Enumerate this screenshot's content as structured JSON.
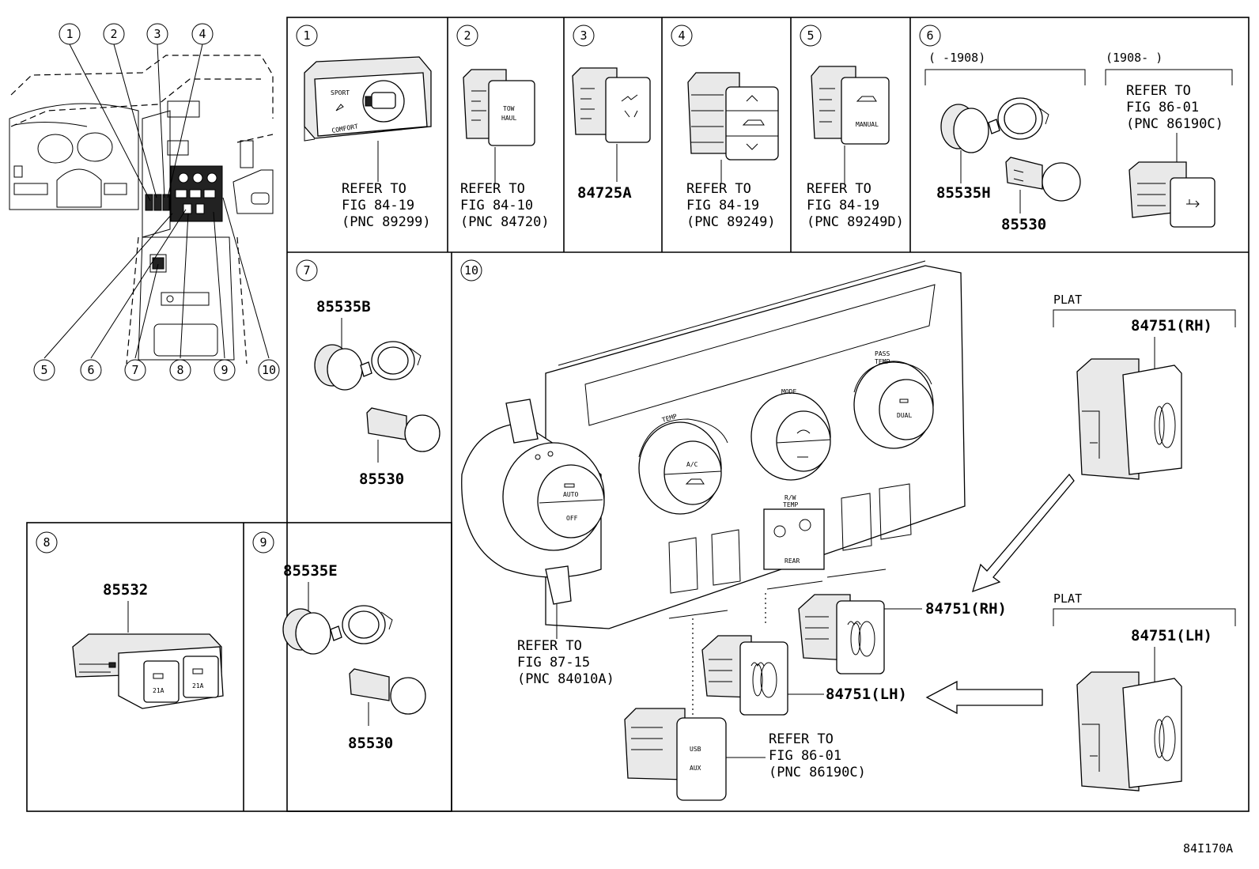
{
  "diagram_id": "84I170A",
  "overview_callouts": [
    "1",
    "2",
    "3",
    "4",
    "5",
    "6",
    "7",
    "8",
    "9",
    "10"
  ],
  "panels": {
    "p1": {
      "num": "1",
      "ref": [
        "REFER TO",
        "FIG 84-19",
        "(PNC 89299)"
      ],
      "sw": [
        "SPORT",
        "COMFORT"
      ]
    },
    "p2": {
      "num": "2",
      "ref": [
        "REFER TO",
        "FIG 84-10",
        "(PNC 84720)"
      ],
      "sw": [
        "TOW",
        "HAUL"
      ]
    },
    "p3": {
      "num": "3",
      "pn": "84725A"
    },
    "p4": {
      "num": "4",
      "ref": [
        "REFER TO",
        "FIG 84-19",
        "(PNC 89249)"
      ]
    },
    "p5": {
      "num": "5",
      "ref": [
        "REFER TO",
        "FIG 84-19",
        "(PNC 89249D)"
      ],
      "sw": "MANUAL"
    },
    "p6": {
      "num": "6",
      "range_before": "(     -1908)",
      "range_after": "(1908-     )",
      "pn_socket": "85535H",
      "pn_plug": "85530",
      "ref": [
        "REFER TO",
        "FIG 86-01",
        "(PNC 86190C)"
      ]
    },
    "p7": {
      "num": "7",
      "pn_socket": "85535B",
      "pn_plug": "85530"
    },
    "p8": {
      "num": "8",
      "pn": "85532",
      "sw": [
        "21A",
        "21A"
      ]
    },
    "p9": {
      "num": "9",
      "pn_socket": "85535E",
      "pn_plug": "85530"
    },
    "p10": {
      "num": "10",
      "ref_control": [
        "REFER TO",
        "FIG 87-15",
        "(PNC 84010A)"
      ],
      "ref_usb": [
        "REFER TO",
        "FIG 86-01",
        "(PNC 86190C)"
      ],
      "pn_rh": "84751(RH)",
      "pn_lh": "84751(LH)",
      "plat_label": "PLAT",
      "knob_labels": {
        "temp": "TEMP",
        "mode": "MODE",
        "pass_temp": [
          "PASS",
          "TEMP"
        ],
        "auto": "AUTO",
        "off": "OFF",
        "ac": "A/C",
        "dual": "DUAL",
        "rear": "REAR",
        "rear_temp": [
          "R/W",
          "TEMP"
        ],
        "usb": "USB",
        "aux": "AUX"
      }
    }
  }
}
